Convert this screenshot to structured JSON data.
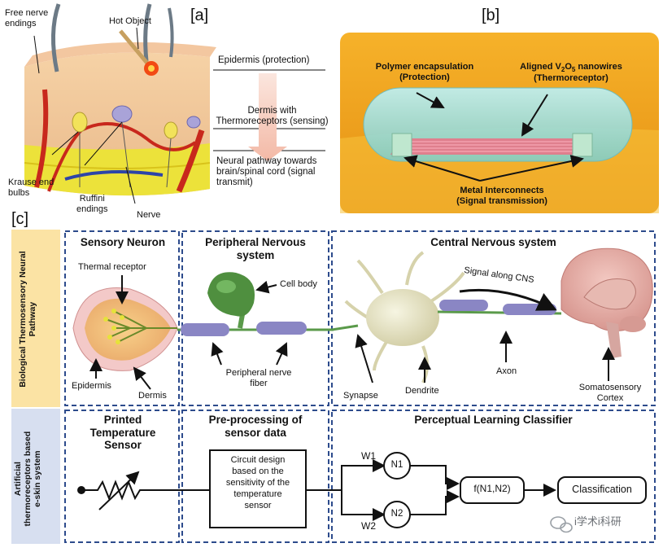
{
  "panel_a": {
    "tag": "[a]",
    "free_nerve": "Free nerve\nendings",
    "hot_object": "Hot Object",
    "epidermis": "Epidermis (protection)",
    "dermis": "Dermis with\nThermoreceptors (sensing)",
    "neural": "Neural pathway towards\nbrain/spinal cord (signal\ntransmit)",
    "krause": "Krause end\nbulbs",
    "ruffini": "Ruffini\nendings",
    "nerve": "Nerve"
  },
  "panel_b": {
    "tag": "[b]",
    "polymer": "Polymer encapsulation\n(Protection)",
    "nanowires_a": "Aligned V",
    "nanowires_sub1": "2",
    "nanowires_b": "O",
    "nanowires_sub2": "5",
    "nanowires_c": " nanowires",
    "thermo": "(Thermoreceptor)",
    "metal": "Metal Interconnects\n(Signal transmission)"
  },
  "panel_c": {
    "tag": "[c]",
    "row1_label": "Biological Thermosensory Neural\nPathway",
    "row2_label": "Artificial\nthermoreceptors based\ne-skin system",
    "sensory_neuron": "Sensory Neuron",
    "thermal_receptor": "Thermal receptor",
    "epidermis": "Epidermis",
    "dermis": "Dermis",
    "pns": "Peripheral Nervous\nsystem",
    "cell_body": "Cell body",
    "pnf": "Peripheral nerve\nfiber",
    "cns": "Central Nervous system",
    "signal_cns": "Signal along CNS",
    "synapse": "Synapse",
    "dendrite": "Dendrite",
    "axon": "Axon",
    "cortex": "Somatosensory\nCortex",
    "printed": "Printed\nTemperature\nSensor",
    "preproc": "Pre-processing of\nsensor data",
    "circuit": "Circuit design\nbased on the\nsensitivity of the\ntemperature\nsensor",
    "plc": "Perceptual Learning Classifier",
    "w1": "W1",
    "w2": "W2",
    "n1": "N1",
    "n2": "N2",
    "f": "f(N1,N2)",
    "classification": "Classification"
  },
  "watermark": "i学术i科研",
  "colors": {
    "skin_yellow": "#e8e030",
    "amber": "#f2a81c",
    "dashed_blue": "#2d4b8c",
    "label_yellow": "#fbe3a4",
    "label_blue": "#d7dff0",
    "green": "#5a9a4a",
    "fiber": "#8a86c4"
  }
}
